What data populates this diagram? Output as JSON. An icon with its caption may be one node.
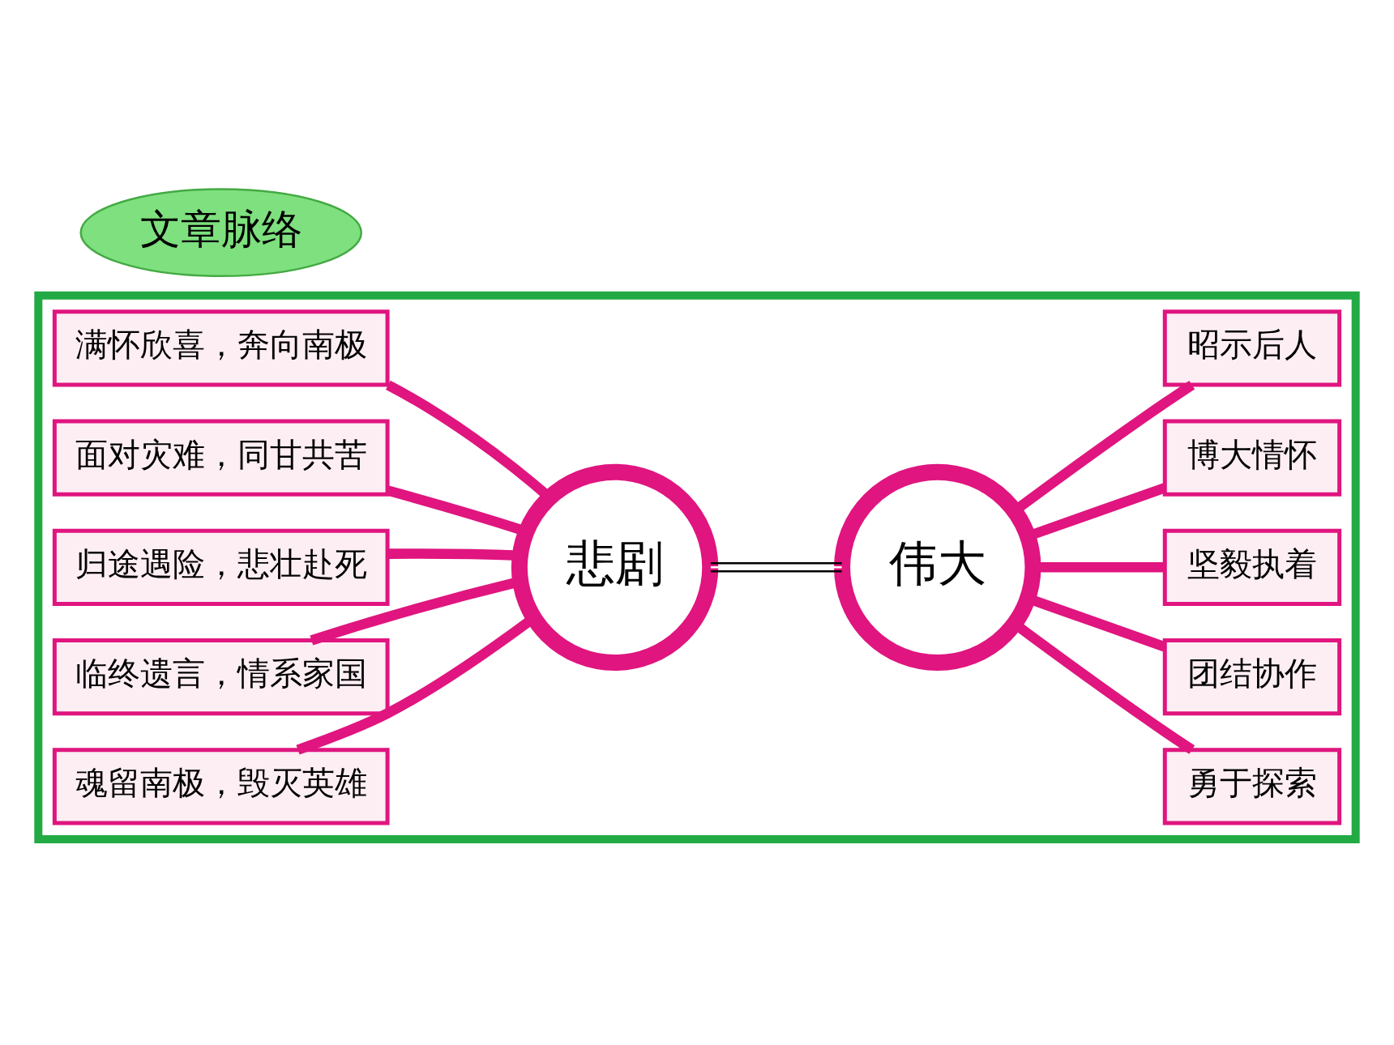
{
  "diagram": {
    "nodes": [
      {
        "text": [
          "文章脉络"
        ]
      },
      {
        "text": [],
        "shape": "box"
      },
      {
        "text": [
          "满怀欣喜，奔向南极"
        ],
        "in": 1
      },
      {
        "text": [
          "面对灾难，同甘共苦"
        ],
        "in": 1
      },
      {
        "text": [
          "归途遇险，悲壮赴死"
        ],
        "in": 1
      },
      {
        "text": [
          "临终遗言，情系家国"
        ],
        "in": 1
      },
      {
        "text": [
          "魂留南极，毁灭英雄"
        ],
        "in": 1
      },
      {
        "text": [
          "悲剧"
        ],
        "in": 1
      },
      {
        "text": [
          "伟大"
        ],
        "in": 1
      },
      {
        "text": [
          "勇于探索"
        ],
        "in": 1
      },
      {
        "text": [
          "团结协作"
        ],
        "in": 1
      },
      {
        "text": [
          "坚毅执着"
        ],
        "in": 1
      },
      {
        "text": [
          "博大情怀"
        ],
        "in": 1
      },
      {
        "text": [
          "昭示后人"
        ],
        "in": 1
      }
    ],
    "edges": [
      {
        "from": 7,
        "to": 2,
        "arrow": "none"
      },
      {
        "from": 7,
        "to": 3,
        "arrow": "none"
      },
      {
        "from": 7,
        "to": 4,
        "arrow": "none"
      },
      {
        "from": 7,
        "to": 5,
        "arrow": "none"
      },
      {
        "from": 7,
        "to": 6,
        "arrow": "none"
      },
      {
        "from": 7,
        "to": 8,
        "arrow": "none",
        "color": "#000000"
      },
      {
        "from": 8,
        "to": 9,
        "arrow": "none"
      },
      {
        "from": 8,
        "to": 10,
        "arrow": "none"
      },
      {
        "from": 8,
        "to": 11,
        "arrow": "none"
      },
      {
        "from": 8,
        "to": 12,
        "arrow": "none"
      },
      {
        "from": 8,
        "to": 13,
        "arrow": "none"
      }
    ]
  }
}
